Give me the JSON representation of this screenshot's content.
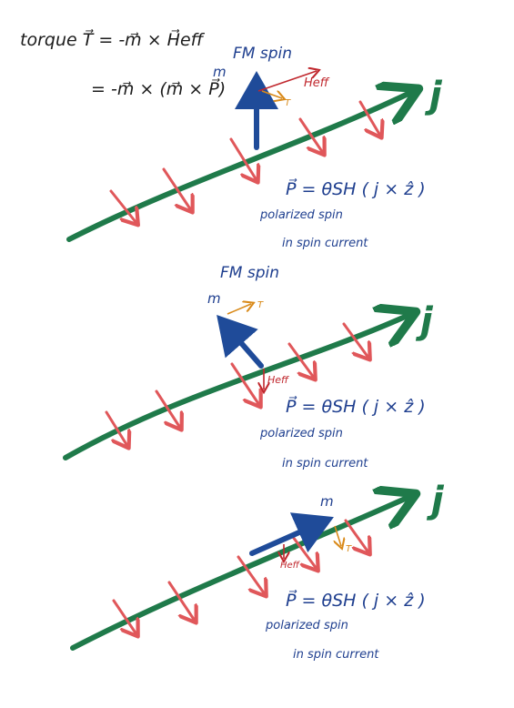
{
  "header": {
    "line1": "torque  T⃗ = -m⃗ × H⃗eff",
    "line2": "= -m⃗ × (m⃗ × P⃗)"
  },
  "panels": [
    {
      "current_label": "j",
      "magnet_label": "FM spin",
      "m_label": "m",
      "heff_label": "Heff",
      "torque_label": "T",
      "formula": "P⃗  =  θSH  ( j × ẑ )",
      "polarized": "polarized  spin",
      "in_spin_current": "in  spin  current"
    },
    {
      "current_label": "j",
      "magnet_label": "FM spin",
      "m_label": "m",
      "heff_label": "Heff",
      "torque_label": "T",
      "formula": "P⃗  =  θSH  ( j × ẑ )",
      "polarized": "polarized  spin",
      "in_spin_current": "in  spin  current"
    },
    {
      "current_label": "j",
      "m_label": "m",
      "heff_label": "Heff",
      "torque_label": "T",
      "formula": "P⃗  =  θSH  ( j × ẑ )",
      "polarized": "polarized  spin",
      "in_spin_current": "in  spin  current"
    }
  ],
  "colors": {
    "current": "#1f7a4a",
    "spin_polarization": "#e0575a",
    "magnetization": "#1f4b99",
    "effective_field": "#c0272d",
    "torque": "#d98a1a",
    "text": "#1f3f8f"
  }
}
